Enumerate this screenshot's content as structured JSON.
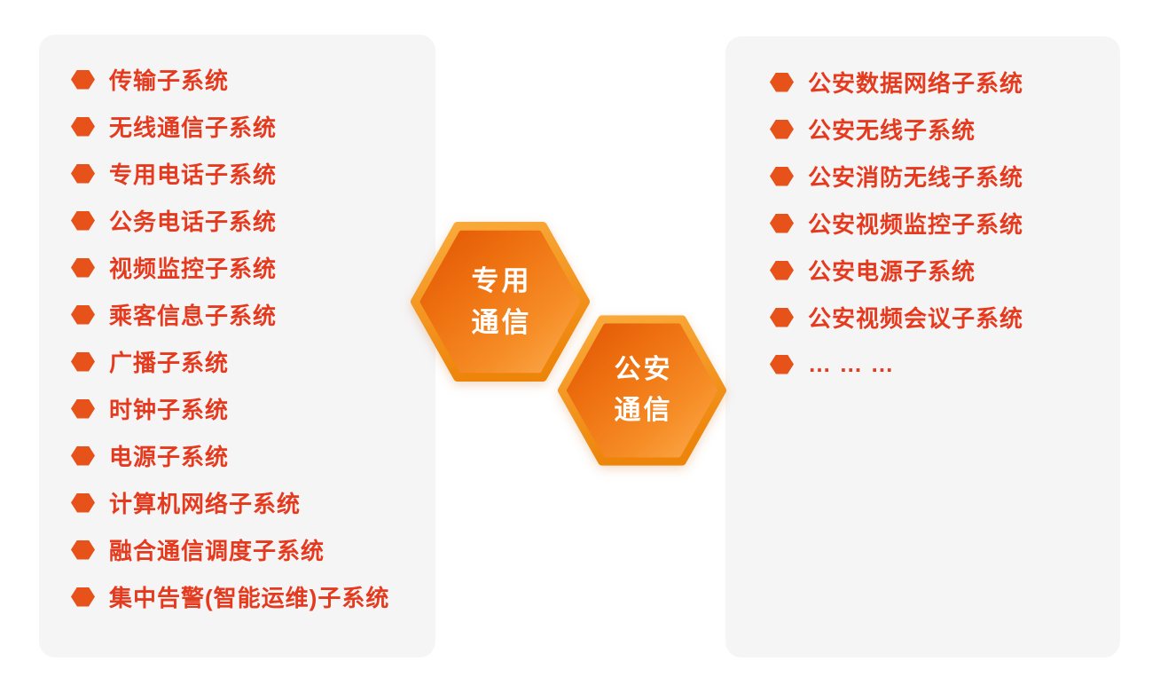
{
  "colors": {
    "page_bg": "#ffffff",
    "panel_bg": "#f5f5f6",
    "list_text": "#e63a1f",
    "bullet": "#e7511a",
    "hex_text": "#ffffff",
    "hex_rim_top": "#f9ab3c",
    "hex_rim_bottom": "#ee850b",
    "hex_fill_dark": "#e25606",
    "hex_fill_light": "#fcab4e"
  },
  "left_panel": {
    "items": [
      "传输子系统",
      "无线通信子系统",
      "专用电话子系统",
      "公务电话子系统",
      "视频监控子系统",
      "乘客信息子系统",
      "广播子系统",
      "时钟子系统",
      "电源子系统",
      "计算机网络子系统",
      "融合通信调度子系统",
      "集中告警(智能运维)子系统"
    ]
  },
  "right_panel": {
    "items": [
      "公安数据网络子系统",
      "公安无线子系统",
      "公安消防无线子系统",
      "公安视频监控子系统",
      "公安电源子系统",
      "公安视频会议子系统",
      "… … …"
    ]
  },
  "hexagons": [
    {
      "label_line1": "专用",
      "label_line2": "通信"
    },
    {
      "label_line1": "公安",
      "label_line2": "通信"
    }
  ]
}
